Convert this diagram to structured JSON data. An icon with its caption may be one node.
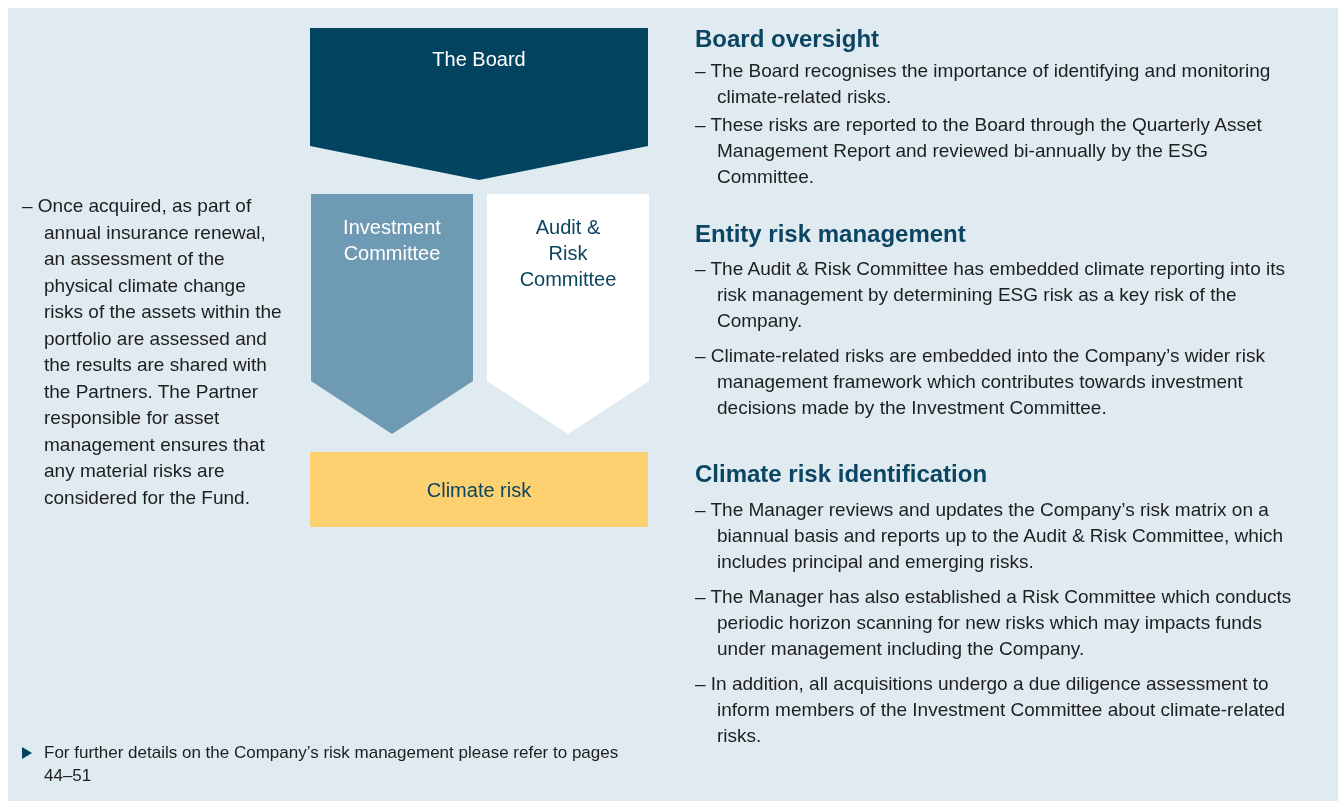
{
  "diagram": {
    "nodes": [
      {
        "text": [
          "The Board"
        ]
      },
      {
        "text": [
          "Investment Committee"
        ]
      },
      {
        "text": [
          "Audit & Risk Committee"
        ]
      },
      {
        "text": [
          "Climate risk"
        ]
      }
    ],
    "labels": [
      "– Once acquired, as part of annual insurance renewal, an assessment of the physical climate change risks of the assets within the portfolio are assessed and the results are shared with the Partners. The Partner responsible for asset management ensures that any material risks are considered for the Fund.",
      "Board oversight",
      "– The Board recognises the importance of identifying and monitoring climate-related risks.",
      "– These risks are reported to the Board through the Quarterly Asset Management Report and reviewed bi-annually by the ESG Committee.",
      "Entity risk management",
      "– The Audit & Risk Committee has embedded climate reporting into its risk management by determining ESG risk as a key risk of the Company.",
      "– Climate-related risks are embedded into the Company’s wider risk management framework which contributes towards investment decisions made by the Investment Committee.",
      "Climate risk identification",
      "– The Manager reviews and updates the Company’s risk matrix on a biannual basis and reports up to the Audit & Risk Committee, which includes principal and emerging risks.",
      "– The Manager has also established a Risk Committee which conducts periodic horizon scanning for new risks which may impacts funds under management including the Company.",
      "– In addition, all acquisitions undergo a due diligence assessment to inform members of the Investment Committee about climate-related risks.",
      "For further details on the Company’s risk management please refer to pages 44–51"
    ]
  }
}
